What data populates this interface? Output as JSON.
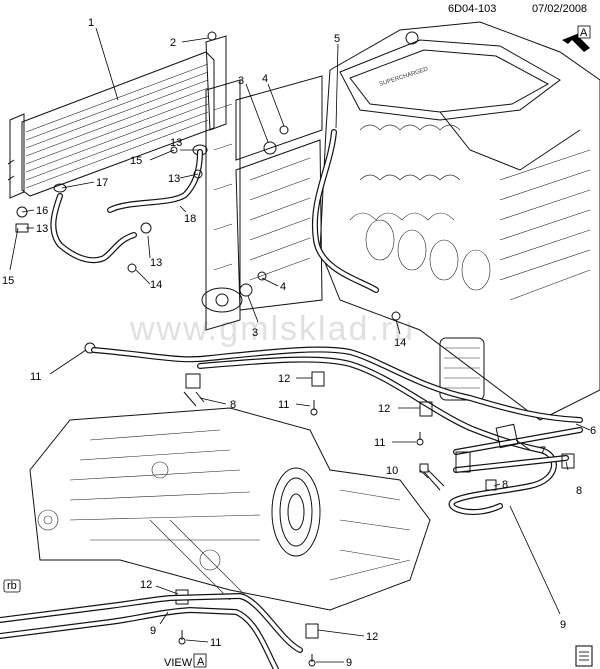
{
  "header": {
    "doc_id": "6D04-103",
    "date": "07/02/2008"
  },
  "view_arrow": {
    "letter": "A"
  },
  "view_caption": {
    "prefix": "VIEW",
    "letter": "A"
  },
  "watermark": "www.gmlsklad.ru",
  "corner_tag": "rb",
  "callouts": {
    "c1": "1",
    "c2": "2",
    "c3a": "3",
    "c3b": "3",
    "c4a": "4",
    "c4b": "4",
    "c5": "5",
    "c6": "6",
    "c7": "7",
    "c8a": "8",
    "c8b": "8",
    "c8c": "8",
    "c9a": "9",
    "c9b": "9",
    "c9c": "9",
    "c10": "10",
    "c11a": "11",
    "c11b": "11",
    "c11c": "11",
    "c11d": "11",
    "c12a": "12",
    "c12b": "12",
    "c12c": "12",
    "c12d": "12",
    "c13a": "13",
    "c13b": "13",
    "c13c": "13",
    "c13d": "13",
    "c14a": "14",
    "c14b": "14",
    "c15a": "15",
    "c15b": "15",
    "c16": "16",
    "c17": "17",
    "c18": "18"
  }
}
